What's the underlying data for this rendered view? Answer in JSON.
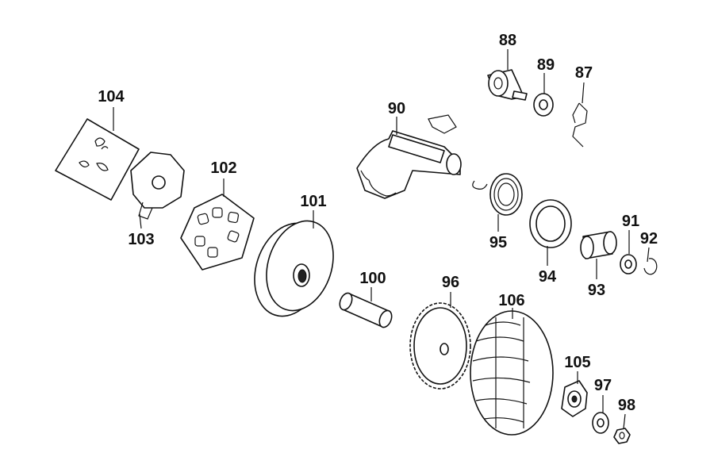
{
  "labels": {
    "p87": "87",
    "p88": "88",
    "p89": "89",
    "p90": "90",
    "p91": "91",
    "p92": "92",
    "p93": "93",
    "p94": "94",
    "p95": "95",
    "p96": "96",
    "p98": "98",
    "p97": "97",
    "p100": "100",
    "p101": "101",
    "p102": "102",
    "p103": "103",
    "p104": "104",
    "p105": "105",
    "p106": "106"
  }
}
